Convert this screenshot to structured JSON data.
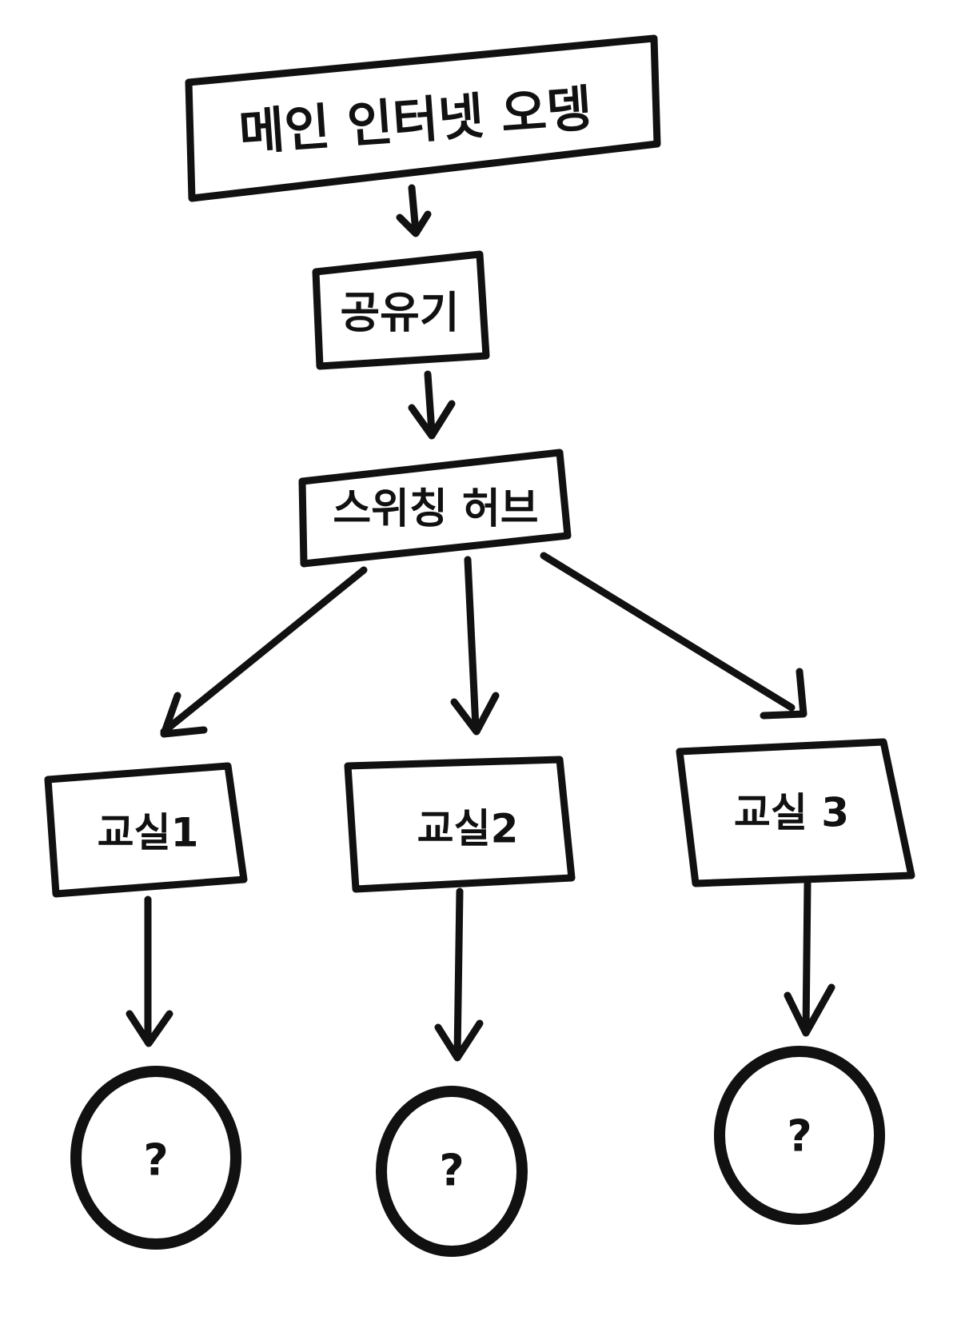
{
  "nodes": {
    "modem": "메인 인터넷 오뎅",
    "router": "공유기",
    "switch": "스위칭 허브",
    "classroom1": "교실1",
    "classroom2": "교실2",
    "classroom3": "교실 3",
    "unknown1": "?",
    "unknown2": "?",
    "unknown3": "?"
  },
  "colors": {
    "ink": "#111111",
    "background": "#ffffff"
  }
}
